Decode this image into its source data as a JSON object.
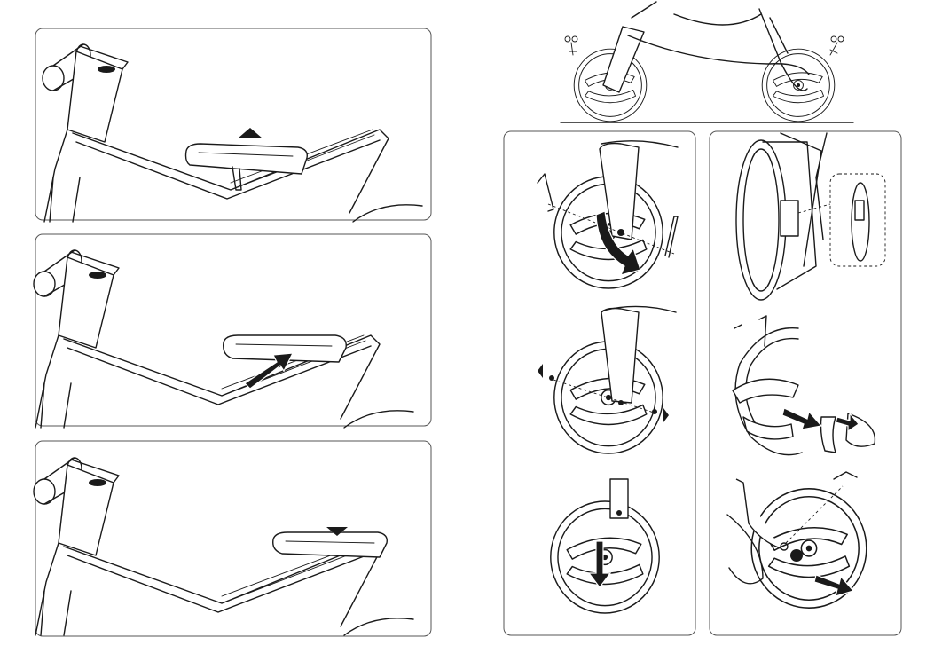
{
  "figure": {
    "kind": "assembly-instructions",
    "text_labels": [],
    "left_column": {
      "steps": [
        {
          "id": "seat-raise",
          "indicator": "up-triangle-icon"
        },
        {
          "id": "seat-slide",
          "indicator": "push-arrow-icon"
        },
        {
          "id": "seat-lower",
          "indicator": "down-triangle-icon"
        }
      ]
    },
    "right_top": {
      "id": "tire-inflation",
      "indicator": "air-valve-icon"
    },
    "right_columns": [
      {
        "id": "front-wheel-removal",
        "steps": [
          {
            "id": "loosen-axle-bolts",
            "indicator": "hex-key-icon"
          },
          {
            "id": "remove-bolts",
            "indicator": "bolt-out-arrow-icon"
          },
          {
            "id": "drop-wheel",
            "indicator": "down-arrow-icon"
          }
        ]
      },
      {
        "id": "rear-wheel-removal",
        "steps": [
          {
            "id": "inspect-rear-hub",
            "indicator": "detail-callout-icon"
          },
          {
            "id": "remove-hub-cover",
            "indicator": "pull-arrow-icon"
          },
          {
            "id": "pull-rear-wheel",
            "indicator": "pull-arrow-icon"
          }
        ]
      }
    ],
    "colors": {
      "line": "#1a1a1a",
      "frame": "#555555",
      "background": "#ffffff"
    }
  }
}
